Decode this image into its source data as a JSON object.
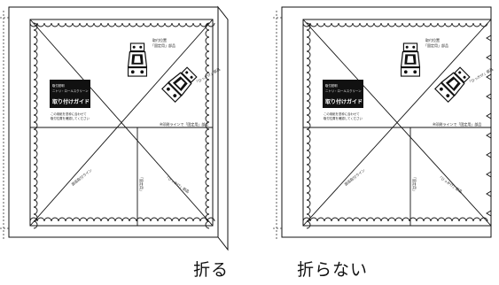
{
  "panels": [
    {
      "id": "fold",
      "caption": "折る",
      "folded": true,
      "card": {
        "line1": "取付説明",
        "line2": "ニトリ・ロールスクリーン",
        "title": "取り付けガイド",
        "note1": "この用紙を窓枠に合わせて",
        "note2": "取付位置を確認してください"
      },
      "labels": {
        "top_center": "取付位置",
        "top_center_sub": "「固定用」部品",
        "right_upper": "「ひっかけ」部品",
        "right_mid": "※印刷ラインで「固定用」部品",
        "bottom_left": "部品取付ライン",
        "bottom_center": "「固定用」",
        "bottom_right": "「ひっかけ」部品"
      }
    },
    {
      "id": "no-fold",
      "caption": "折らない",
      "folded": false,
      "card": {
        "line1": "取付説明",
        "line2": "ニトリ・ロールスクリーン",
        "title": "取り付けガイド",
        "note1": "この用紙を窓枠に合わせて",
        "note2": "取付位置を確認してください"
      },
      "labels": {
        "top_center": "取付位置",
        "top_center_sub": "「固定用」部品",
        "right_upper": "「ひっかけ」部品",
        "right_mid": "※印刷ラインで「固定用」部品",
        "bottom_left": "部品取付ライン",
        "bottom_center": "「固定用」",
        "bottom_right": "「ひっかけ」部品"
      }
    }
  ]
}
